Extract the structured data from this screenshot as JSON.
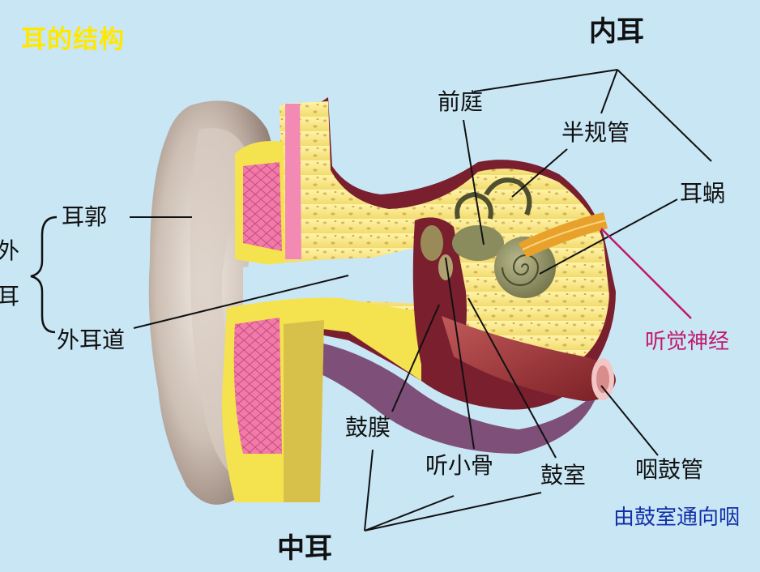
{
  "title": "耳的结构",
  "labels": {
    "inner_ear": "内耳",
    "vestibule": "前庭",
    "semicircular_canals": "半规管",
    "cochlea": "耳蜗",
    "auditory_nerve": "听觉神经",
    "outer_ear_1": "外",
    "outer_ear_2": "耳",
    "auricle": "耳郭",
    "ear_canal": "外耳道",
    "eardrum": "鼓膜",
    "ossicles": "听小骨",
    "tympanic_cavity": "鼓室",
    "eustachian_tube": "咽鼓管",
    "middle_ear": "中耳",
    "eustachian_note": "由鼓室通向咽"
  },
  "colors": {
    "background": "#c9e6f5",
    "title": "#ffe800",
    "nerve_label": "#c0186e",
    "note": "#1230a8"
  }
}
